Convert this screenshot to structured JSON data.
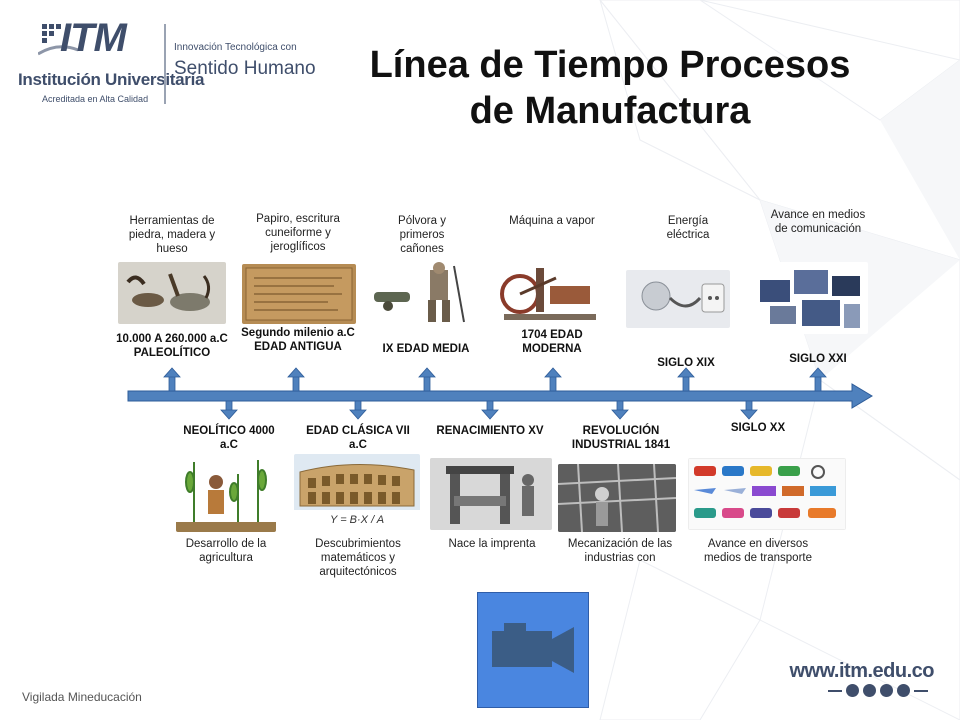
{
  "header": {
    "logo_brand": "ITM",
    "logo_institution": "Institución Universitaria",
    "logo_accredited": "Acreditada en Alta Calidad",
    "logo_tagline_small": "Innovación Tecnológica con",
    "logo_tagline_large": "Sentido Humano",
    "title_line1": "Línea de Tiempo Procesos",
    "title_line2": "de Manufactura"
  },
  "timeline": {
    "top": [
      {
        "desc": "Herramientas de piedra, madera y hueso",
        "era": "10.000 A 260.000 a.C PALEOLÍTICO"
      },
      {
        "desc": "Papiro, escritura cuneiforme y jeroglíficos",
        "era": "Segundo milenio a.C EDAD ANTIGUA"
      },
      {
        "desc": "Pólvora y primeros cañones",
        "era": "IX EDAD MEDIA"
      },
      {
        "desc": "Máquina a vapor",
        "era": "1704 EDAD MODERNA"
      },
      {
        "desc": "Energía eléctrica",
        "era": "SIGLO XIX"
      },
      {
        "desc": "Avance en medios de comunicación",
        "era": "SIGLO XXI"
      }
    ],
    "bottom": [
      {
        "era": "NEOLÍTICO 4000 a.C",
        "desc": "Desarrollo de la agricultura"
      },
      {
        "era": "EDAD CLÁSICA VII a.C",
        "desc": "Descubrimientos matemáticos y arquitectónicos"
      },
      {
        "era": "RENACIMIENTO XV",
        "desc": "Nace la imprenta"
      },
      {
        "era": "REVOLUCIÓN INDUSTRIAL 1841",
        "desc": "Mecanización de las industrias con"
      },
      {
        "era": "SIGLO XX",
        "desc": "Avance en diversos medios de transporte"
      }
    ],
    "formula": "Y = B·X / A"
  },
  "footer": {
    "vigilada": "Vigilada Mineducación",
    "website": "www.itm.edu.co"
  },
  "colors": {
    "arrow": "#4f81bd",
    "arrow_stroke": "#2e5c99",
    "brand": "#3f4e6b",
    "video_bg": "#4a86e0"
  },
  "icons": [
    "video-camera-icon",
    "facebook-icon",
    "instagram-icon",
    "twitter-icon",
    "youtube-icon"
  ]
}
